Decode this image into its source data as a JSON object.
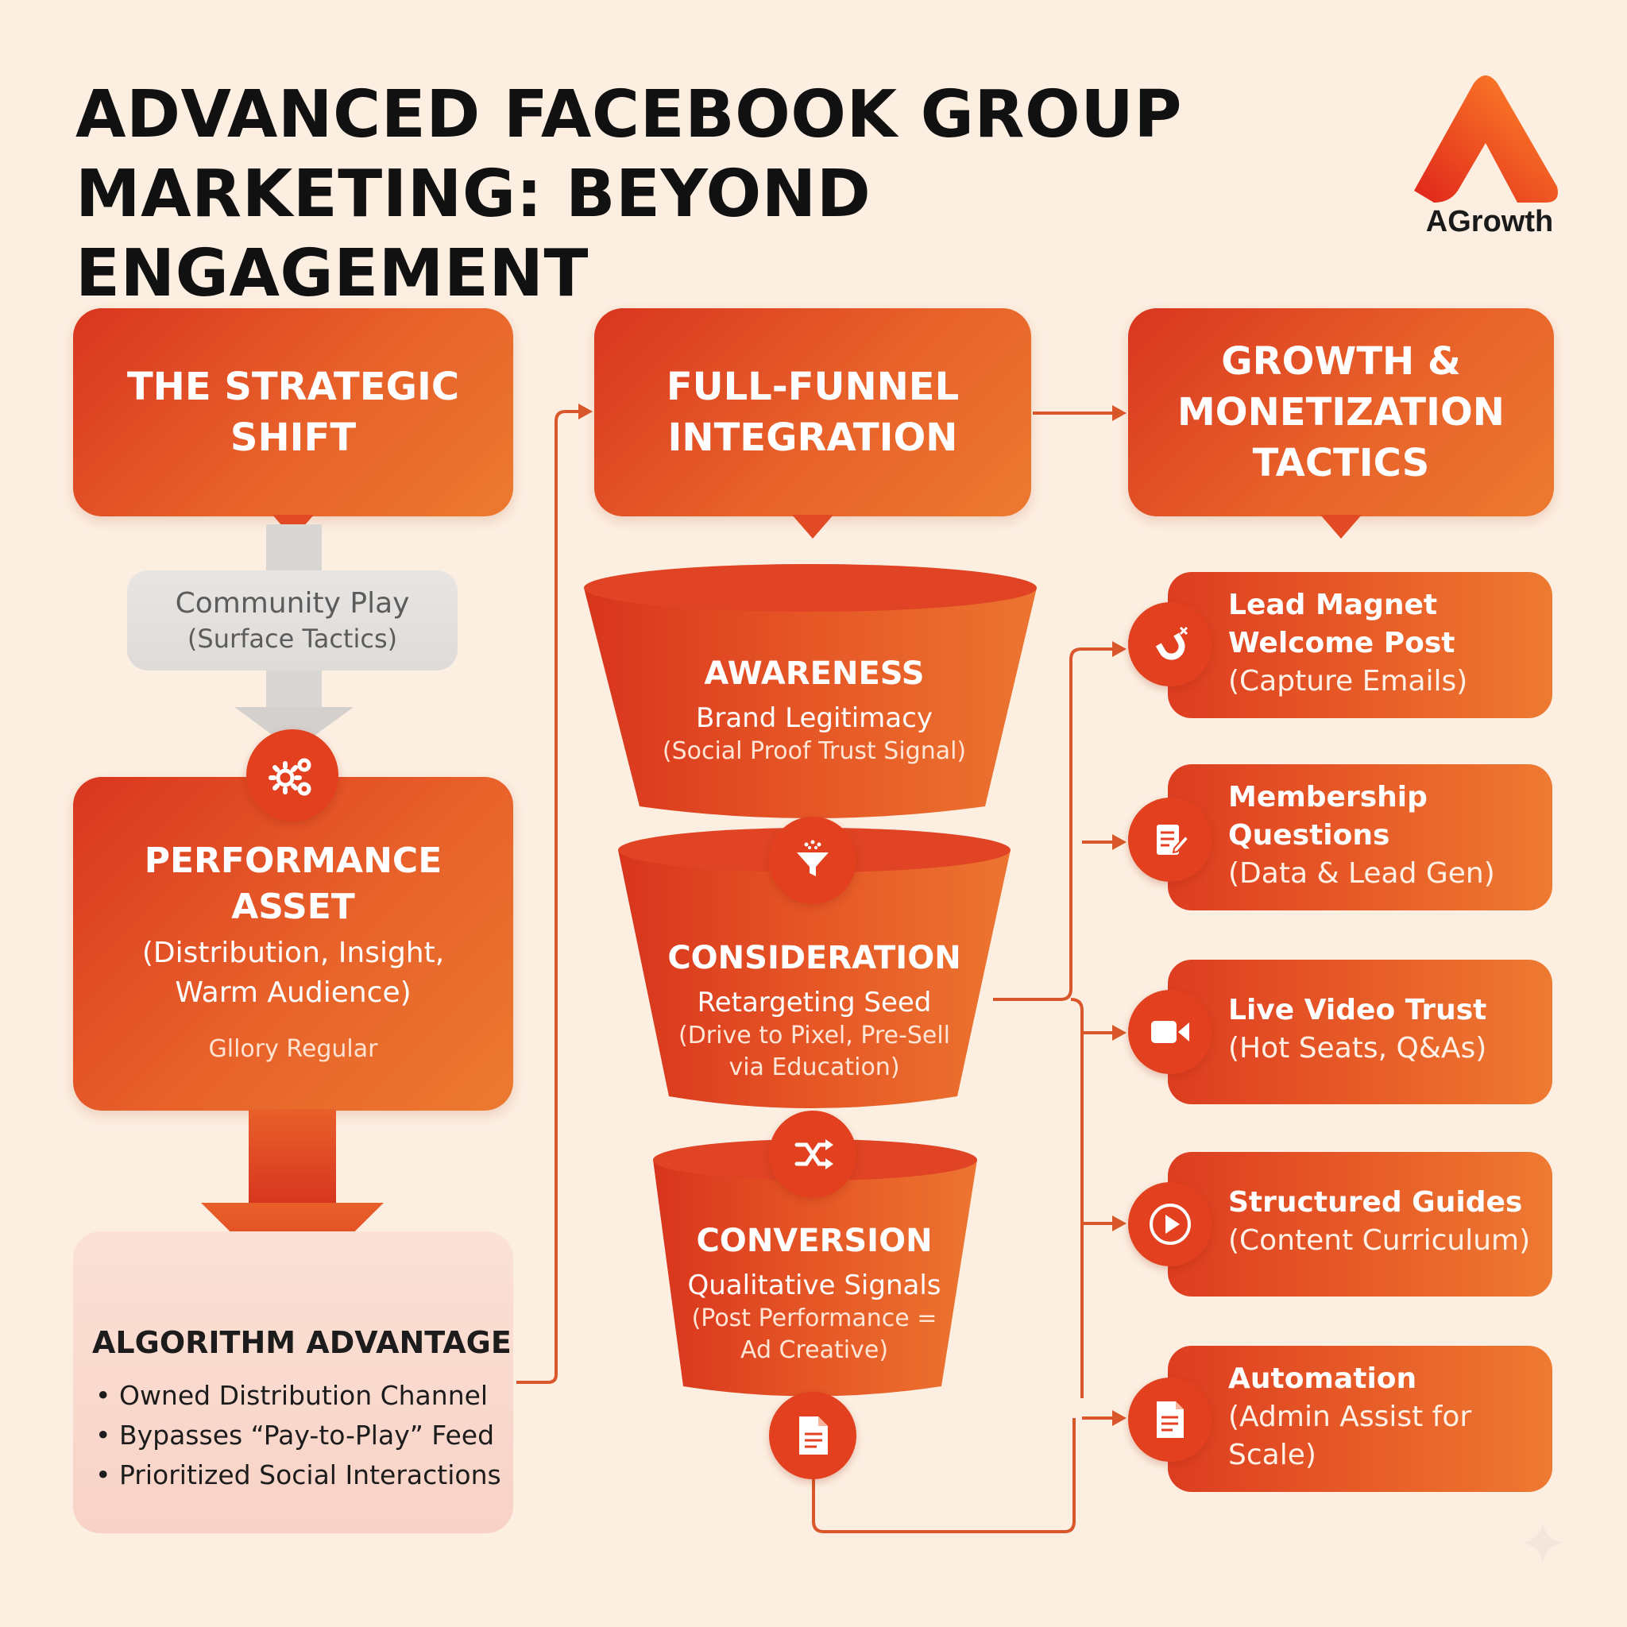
{
  "title": {
    "line1": "ADVANCED FACEBOOK GROUP",
    "line2": "MARKETING: BEYOND ENGAGEMENT"
  },
  "logo": {
    "text": "AGrowth"
  },
  "left": {
    "header": {
      "line1": "THE STRATEGIC",
      "line2": "SHIFT"
    },
    "community": {
      "title": "Community Play",
      "sub": "(Surface Tactics)"
    },
    "performance": {
      "line1": "PERFORMANCE",
      "line2": "ASSET",
      "sub1": "(Distribution, Insight,",
      "sub2": "Warm Audience)",
      "footer": "Gllory Regular"
    },
    "advantage": {
      "title": "ALGORITHM ADVANTAGE",
      "items": [
        "Owned Distribution Channel",
        "Bypasses “Pay-to-Play” Feed",
        "Prioritized Social Interactions"
      ]
    }
  },
  "middle": {
    "header": {
      "line1": "FULL-FUNNEL",
      "line2": "INTEGRATION"
    },
    "stages": [
      {
        "title": "AWARENESS",
        "sub": "Brand Legitimacy",
        "detail1": "(Social Proof Trust Signal)",
        "detail2": ""
      },
      {
        "title": "CONSIDERATION",
        "sub": "Retargeting Seed",
        "detail1": "(Drive to Pixel, Pre-Sell",
        "detail2": "via Education)"
      },
      {
        "title": "CONVERSION",
        "sub": "Qualitative Signals",
        "detail1": "(Post Performance =",
        "detail2": "Ad Creative)"
      }
    ]
  },
  "right": {
    "header": {
      "line1": "GROWTH &",
      "line2": "MONETIZATION",
      "line3": "TACTICS"
    },
    "tactics": [
      {
        "title1": "Lead Magnet",
        "title2": "Welcome Post",
        "sub1": "(Capture Emails)",
        "sub2": "",
        "icon": "magnet-icon"
      },
      {
        "title1": "Membership",
        "title2": "Questions",
        "sub1": "(Data & Lead Gen)",
        "sub2": "",
        "icon": "form-edit-icon"
      },
      {
        "title1": "Live Video Trust",
        "title2": "",
        "sub1": "(Hot Seats, Q&As)",
        "sub2": "",
        "icon": "video-camera-icon"
      },
      {
        "title1": "Structured Guides",
        "title2": "",
        "sub1": "(Content Curriculum)",
        "sub2": "",
        "icon": "play-icon"
      },
      {
        "title1": "Automation",
        "title2": "",
        "sub1": "(Admin Assist for",
        "sub2": "Scale)",
        "icon": "document-icon"
      }
    ]
  },
  "colors": {
    "accent": "#e2401f",
    "accent_light": "#ec7a30",
    "background": "#fcefe2",
    "connector": "#d9572a"
  }
}
